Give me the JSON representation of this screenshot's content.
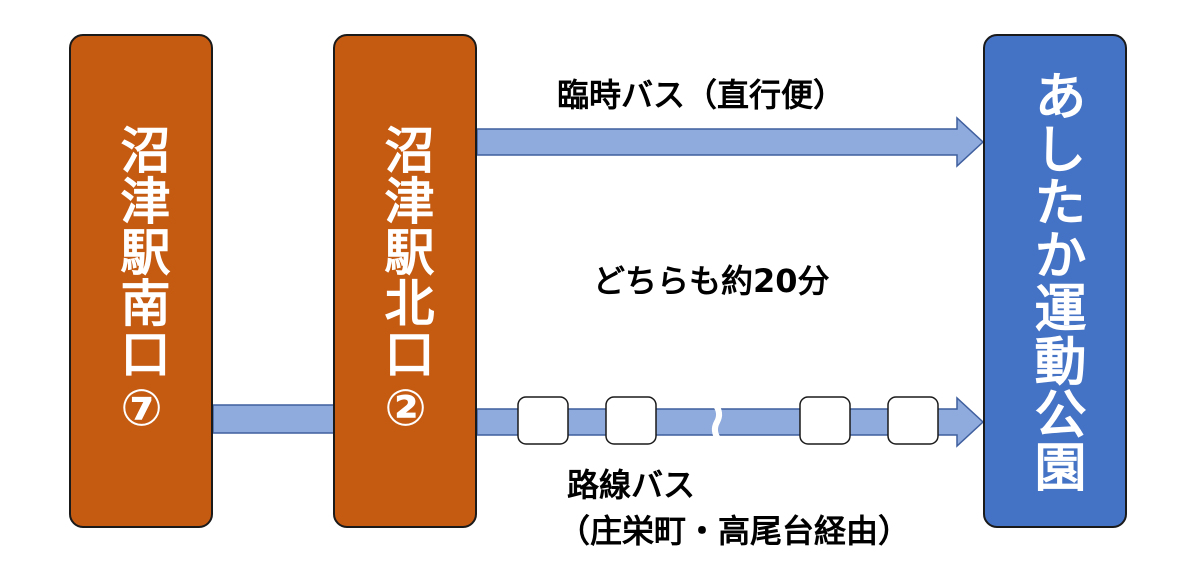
{
  "stops": {
    "south_exit": "沼津駅南口⑦",
    "north_exit": "沼津駅北口②",
    "destination": "あしたか運動公園"
  },
  "routes": {
    "express_label": "臨時バス（直行便）",
    "duration_label": "どちらも約20分",
    "local_label_line1": "路線バス",
    "local_label_line2": "（庄栄町・高尾台経由）"
  },
  "colors": {
    "stop_box": "#c55a11",
    "destination_box": "#4472c4",
    "route_arrow": "#8faadc"
  }
}
